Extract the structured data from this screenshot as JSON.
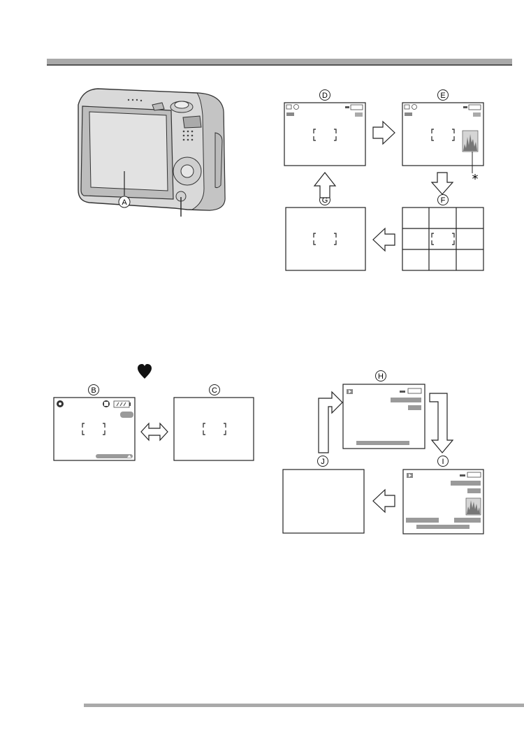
{
  "callouts": {
    "A": "A",
    "B": "B",
    "C": "C",
    "D": "D",
    "E": "E",
    "F": "F",
    "G": "G",
    "H": "H",
    "I": "I",
    "J": "J"
  },
  "asterisk_note": "*",
  "icons": [
    "heart-icon",
    "battery-icon",
    "flash-off-icon",
    "play-icon",
    "histogram-icon",
    "camera-icon"
  ],
  "colors": {
    "rule": "#a9a9a9",
    "screen_bar": "#9a9a9a",
    "line": "#222222"
  }
}
